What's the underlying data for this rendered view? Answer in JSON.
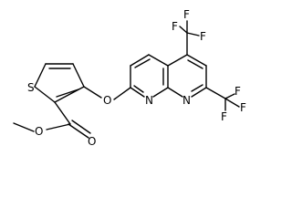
{
  "molecule": {
    "atoms": {
      "thiophene_s": "S",
      "ether_o": "O",
      "carbonyl_o": "O",
      "ester_o": "O",
      "ring_n1": "N",
      "ring_n2": "N",
      "cf3_top_f1": "F",
      "cf3_top_f2": "F",
      "cf3_top_f3": "F",
      "cf3_right_f1": "F",
      "cf3_right_f2": "F",
      "cf3_right_f3": "F"
    },
    "colors": {
      "bond": "#000000",
      "label": "#000000",
      "background": "#ffffff"
    }
  }
}
